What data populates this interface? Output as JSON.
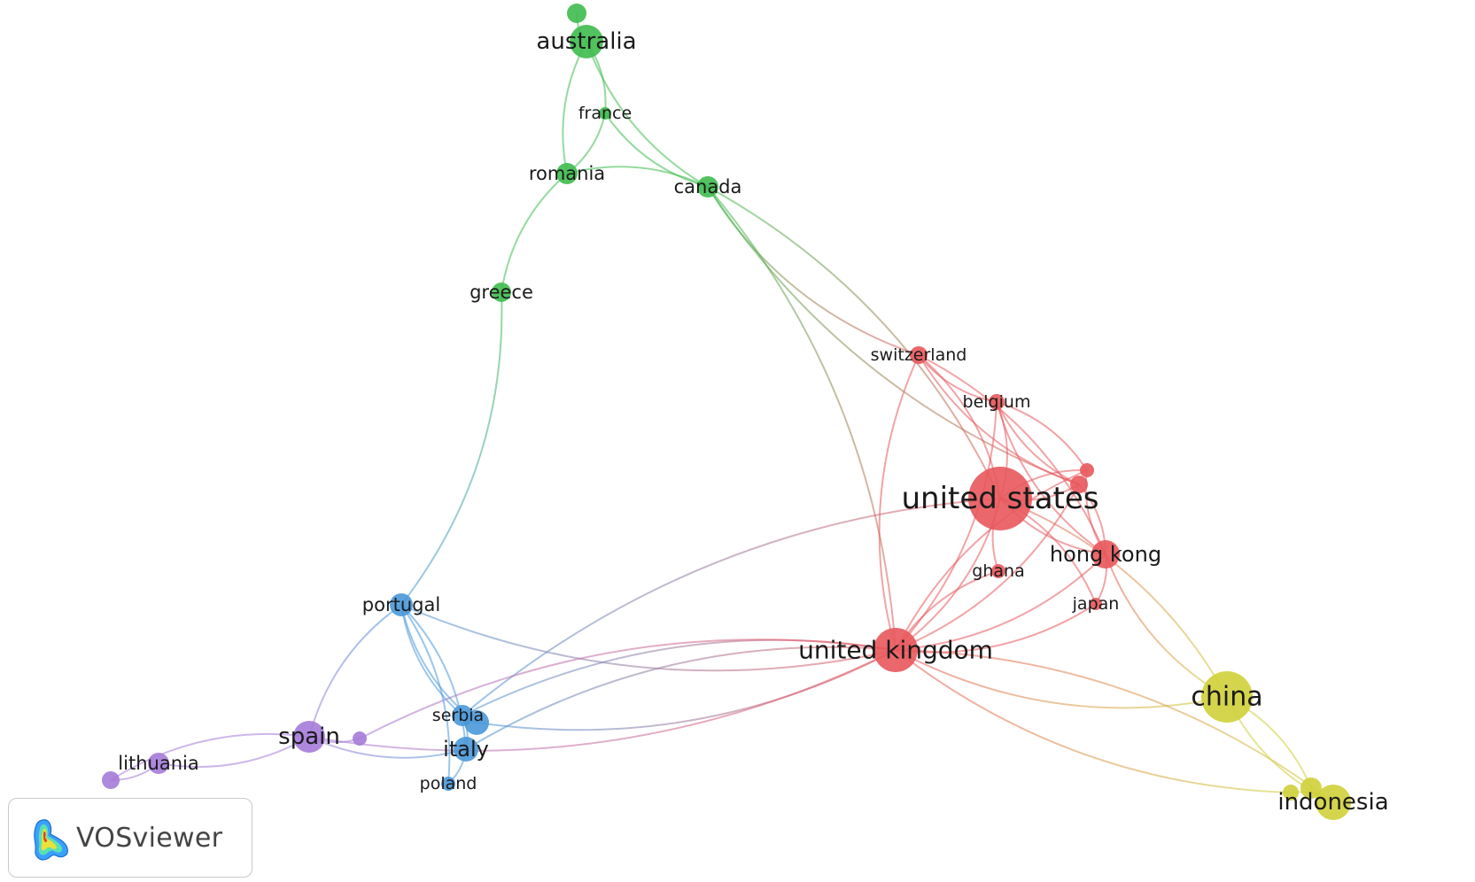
{
  "software": "VOSviewer",
  "clusters": {
    "red": "#e8585c",
    "green": "#3ebb4e",
    "blue": "#4a98d8",
    "yellow": "#cfd03a",
    "purple": "#a57bd9"
  },
  "nodes": [
    {
      "id": "australia",
      "label": "australia",
      "cluster": "green"
    },
    {
      "id": "australia-sat",
      "label": "",
      "cluster": "green"
    },
    {
      "id": "france",
      "label": "france",
      "cluster": "green"
    },
    {
      "id": "romania",
      "label": "romania",
      "cluster": "green"
    },
    {
      "id": "canada",
      "label": "canada",
      "cluster": "green"
    },
    {
      "id": "greece",
      "label": "greece",
      "cluster": "green"
    },
    {
      "id": "switzerland",
      "label": "switzerland",
      "cluster": "red"
    },
    {
      "id": "belgium",
      "label": "belgium",
      "cluster": "red"
    },
    {
      "id": "united-states",
      "label": "united states",
      "cluster": "red"
    },
    {
      "id": "red-a",
      "label": "",
      "cluster": "red"
    },
    {
      "id": "red-b",
      "label": "",
      "cluster": "red"
    },
    {
      "id": "hong-kong",
      "label": "hong kong",
      "cluster": "red"
    },
    {
      "id": "ghana",
      "label": "ghana",
      "cluster": "red"
    },
    {
      "id": "japan",
      "label": "japan",
      "cluster": "red"
    },
    {
      "id": "united-kingdom",
      "label": "united kingdom",
      "cluster": "red"
    },
    {
      "id": "china",
      "label": "china",
      "cluster": "yellow"
    },
    {
      "id": "indonesia",
      "label": "indonesia",
      "cluster": "yellow"
    },
    {
      "id": "yellow-a",
      "label": "",
      "cluster": "yellow"
    },
    {
      "id": "yellow-b",
      "label": "",
      "cluster": "yellow"
    },
    {
      "id": "portugal",
      "label": "portugal",
      "cluster": "blue"
    },
    {
      "id": "serbia",
      "label": "serbia",
      "cluster": "blue"
    },
    {
      "id": "blue-a",
      "label": "",
      "cluster": "blue"
    },
    {
      "id": "italy",
      "label": "italy",
      "cluster": "blue"
    },
    {
      "id": "poland",
      "label": "poland",
      "cluster": "blue"
    },
    {
      "id": "spain",
      "label": "spain",
      "cluster": "purple"
    },
    {
      "id": "lithuania",
      "label": "lithuania",
      "cluster": "purple"
    },
    {
      "id": "purple-a",
      "label": "",
      "cluster": "purple"
    },
    {
      "id": "purple-b",
      "label": "",
      "cluster": "purple"
    }
  ],
  "links": [
    [
      "australia",
      "australia-sat"
    ],
    [
      "australia",
      "romania"
    ],
    [
      "australia",
      "france"
    ],
    [
      "australia",
      "canada"
    ],
    [
      "france",
      "romania"
    ],
    [
      "france",
      "canada"
    ],
    [
      "romania",
      "canada"
    ],
    [
      "romania",
      "greece"
    ],
    [
      "greece",
      "portugal"
    ],
    [
      "canada",
      "switzerland"
    ],
    [
      "canada",
      "united-states"
    ],
    [
      "canada",
      "red-a"
    ],
    [
      "canada",
      "united-kingdom"
    ],
    [
      "switzerland",
      "belgium"
    ],
    [
      "switzerland",
      "united-states"
    ],
    [
      "switzerland",
      "red-a"
    ],
    [
      "switzerland",
      "hong-kong"
    ],
    [
      "switzerland",
      "united-kingdom"
    ],
    [
      "belgium",
      "united-states"
    ],
    [
      "belgium",
      "red-a"
    ],
    [
      "belgium",
      "red-b"
    ],
    [
      "belgium",
      "hong-kong"
    ],
    [
      "belgium",
      "united-kingdom"
    ],
    [
      "united-states",
      "red-a"
    ],
    [
      "united-states",
      "red-b"
    ],
    [
      "united-states",
      "hong-kong"
    ],
    [
      "united-states",
      "united-kingdom"
    ],
    [
      "united-states",
      "ghana"
    ],
    [
      "united-states",
      "japan"
    ],
    [
      "united-states",
      "serbia"
    ],
    [
      "red-a",
      "hong-kong"
    ],
    [
      "red-b",
      "hong-kong"
    ],
    [
      "red-a",
      "united-kingdom"
    ],
    [
      "red-b",
      "united-kingdom"
    ],
    [
      "hong-kong",
      "united-kingdom"
    ],
    [
      "hong-kong",
      "china"
    ],
    [
      "hong-kong",
      "japan"
    ],
    [
      "ghana",
      "united-kingdom"
    ],
    [
      "japan",
      "united-kingdom"
    ],
    [
      "united-kingdom",
      "china"
    ],
    [
      "united-kingdom",
      "indonesia"
    ],
    [
      "united-kingdom",
      "yellow-b"
    ],
    [
      "united-kingdom",
      "portugal"
    ],
    [
      "united-kingdom",
      "serbia"
    ],
    [
      "united-kingdom",
      "blue-a"
    ],
    [
      "united-kingdom",
      "italy"
    ],
    [
      "united-kingdom",
      "spain"
    ],
    [
      "united-kingdom",
      "purple-b"
    ],
    [
      "united-states",
      "china"
    ],
    [
      "china",
      "indonesia"
    ],
    [
      "china",
      "yellow-a"
    ],
    [
      "portugal",
      "serbia"
    ],
    [
      "portugal",
      "italy"
    ],
    [
      "portugal",
      "blue-a"
    ],
    [
      "portugal",
      "poland"
    ],
    [
      "portugal",
      "spain"
    ],
    [
      "serbia",
      "italy"
    ],
    [
      "serbia",
      "blue-a"
    ],
    [
      "italy",
      "poland"
    ],
    [
      "spain",
      "italy"
    ],
    [
      "spain",
      "lithuania"
    ],
    [
      "spain",
      "purple-a"
    ],
    [
      "lithuania",
      "purple-a"
    ],
    [
      "spain",
      "purple-b"
    ],
    [
      "indonesia",
      "yellow-a"
    ],
    [
      "indonesia",
      "yellow-b"
    ]
  ]
}
